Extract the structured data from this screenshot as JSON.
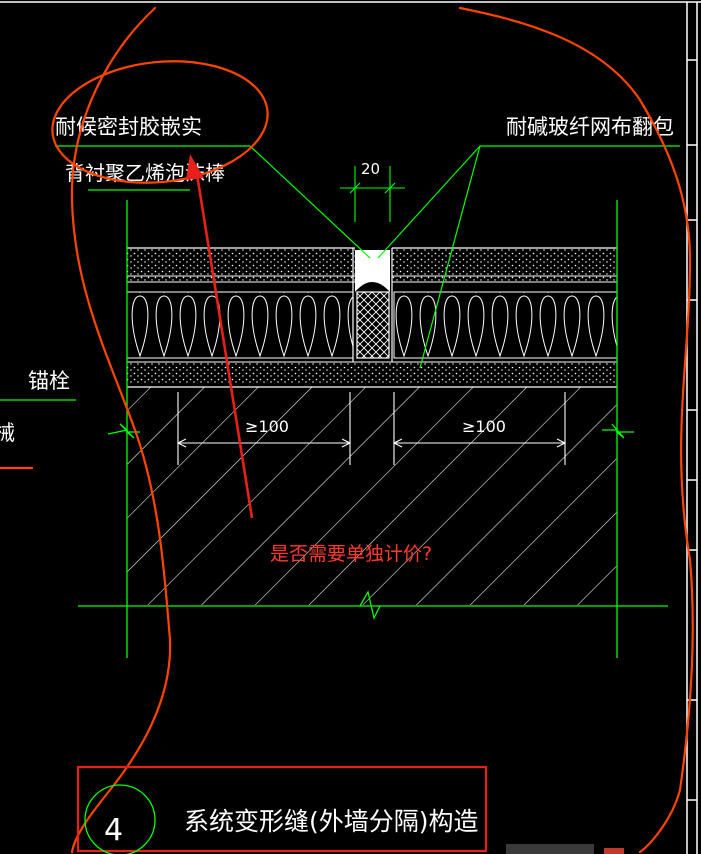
{
  "drawing": {
    "labels": {
      "sealant_left": "耐候密封胶嵌实",
      "backing_rod_left": "背衬聚乙烯泡沫棒",
      "mesh_right": "耐碱玻纤网布翻包",
      "anchor_left": "锚栓",
      "partial_left_char": "械"
    },
    "dimensions": {
      "joint_width": "20",
      "anchor_spacing_left": "≥100",
      "anchor_spacing_right": "≥100"
    },
    "annotation_question": "是否需要单独计价?",
    "title_block": {
      "detail_number": "4",
      "title": "系统变形缝(外墙分隔)构造"
    }
  },
  "colors": {
    "background": "#000000",
    "cad_line": "#00ff00",
    "cad_text": "#ffffff",
    "markup": "#ff4500",
    "question_text": "#ff3b2f",
    "frame": "#ffffff"
  }
}
